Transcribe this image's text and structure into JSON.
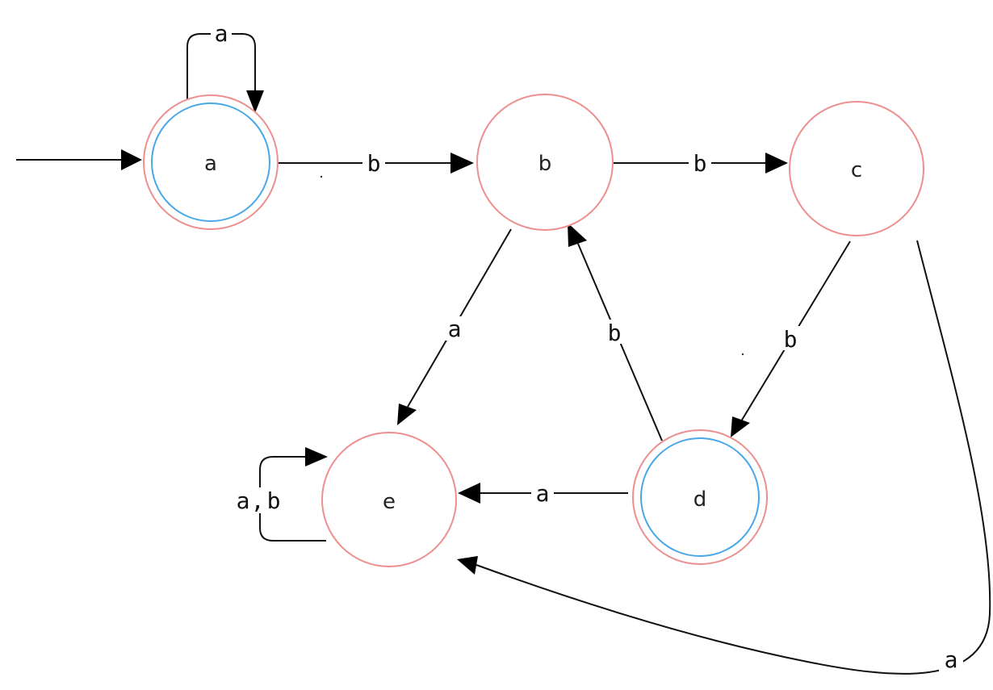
{
  "states": {
    "a": {
      "label": "a",
      "accepting": true,
      "start": true
    },
    "b": {
      "label": "b",
      "accepting": false
    },
    "c": {
      "label": "c",
      "accepting": false
    },
    "d": {
      "label": "d",
      "accepting": true
    },
    "e": {
      "label": "e",
      "accepting": false
    }
  },
  "transitions": {
    "a_a": {
      "from": "a",
      "to": "a",
      "label": "a"
    },
    "a_b": {
      "from": "a",
      "to": "b",
      "label": "b"
    },
    "b_c": {
      "from": "b",
      "to": "c",
      "label": "b"
    },
    "b_e": {
      "from": "b",
      "to": "e",
      "label": "a"
    },
    "d_b": {
      "from": "d",
      "to": "b",
      "label": "b"
    },
    "c_d": {
      "from": "c",
      "to": "d",
      "label": "b"
    },
    "d_e": {
      "from": "d",
      "to": "e",
      "label": "a"
    },
    "c_e": {
      "from": "c",
      "to": "e",
      "label": "a"
    },
    "e_e": {
      "from": "e",
      "to": "e",
      "label_left": "a",
      "label_sep": ",",
      "label_right": "b"
    }
  },
  "colors": {
    "state_outline": "#ee8f8f",
    "accepting_ring": "#4aa8e8",
    "edge": "#111111"
  }
}
